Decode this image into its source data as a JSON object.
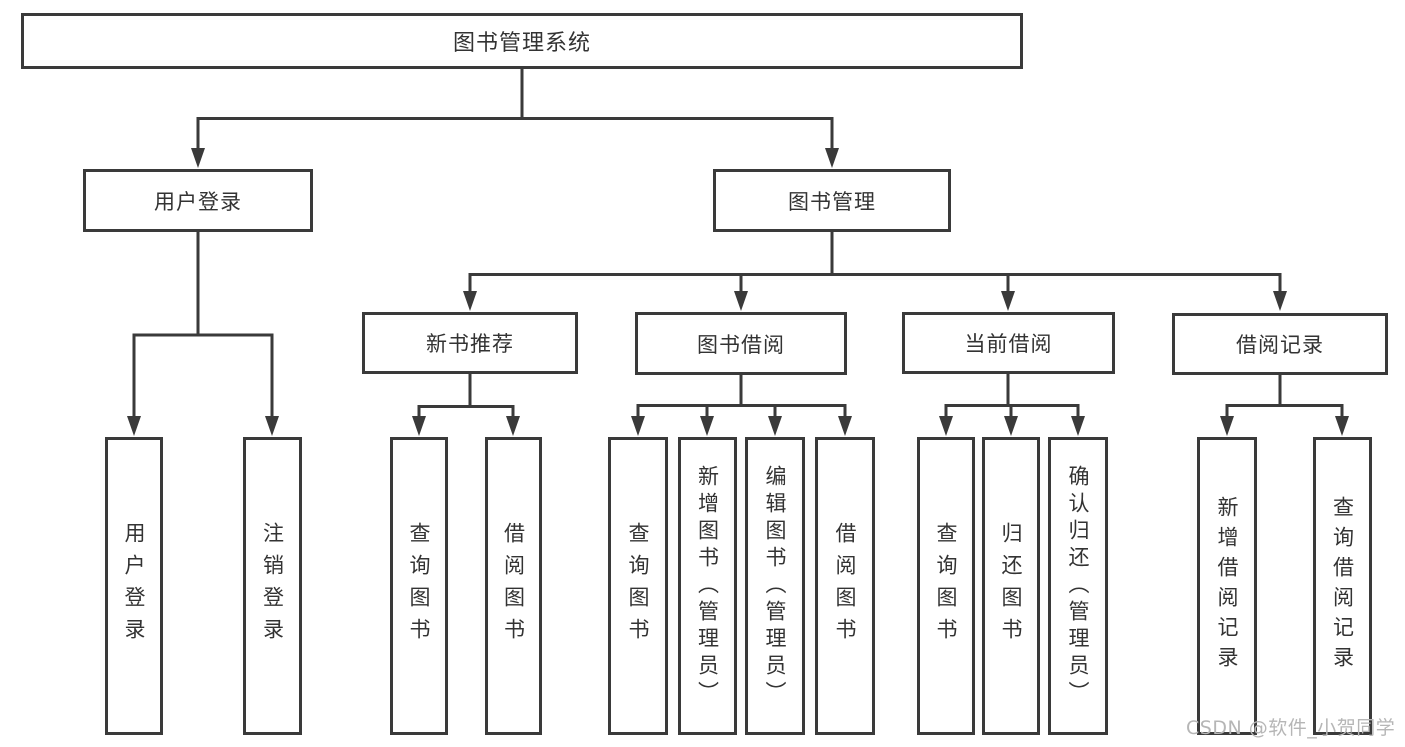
{
  "diagram": {
    "root": {
      "label": "图书管理系统"
    },
    "level2": {
      "user_login": {
        "label": "用户登录"
      },
      "book_mgmt": {
        "label": "图书管理"
      }
    },
    "level3": {
      "new_book_rec": {
        "label": "新书推荐"
      },
      "book_borrow": {
        "label": "图书借阅"
      },
      "current_borrow": {
        "label": "当前借阅"
      },
      "borrow_record": {
        "label": "借阅记录"
      }
    },
    "leaves": {
      "user_login_children": {
        "login": {
          "label": "用户登录"
        },
        "logout": {
          "label": "注销登录"
        }
      },
      "new_book_rec_children": {
        "query_book": {
          "label": "查询图书"
        },
        "borrow_book": {
          "label": "借阅图书"
        }
      },
      "book_borrow_children": {
        "query_book": {
          "label": "查询图书"
        },
        "add_book": {
          "label": "新增图书（管理员）"
        },
        "edit_book": {
          "label": "编辑图书（管理员）"
        },
        "borrow_book": {
          "label": "借阅图书"
        }
      },
      "current_borrow_children": {
        "query_book": {
          "label": "查询图书"
        },
        "return_book": {
          "label": "归还图书"
        },
        "confirm_return": {
          "label": "确认归还（管理员）"
        }
      },
      "borrow_record_children": {
        "add_record": {
          "label": "新增借阅记录"
        },
        "query_record": {
          "label": "查询借阅记录"
        }
      }
    }
  },
  "watermark": {
    "text": "CSDN @软件_小贺同学"
  },
  "colors": {
    "line": "#3a3a3a",
    "text": "#333333",
    "watermark": "#b6b6b6",
    "background": "#ffffff"
  }
}
